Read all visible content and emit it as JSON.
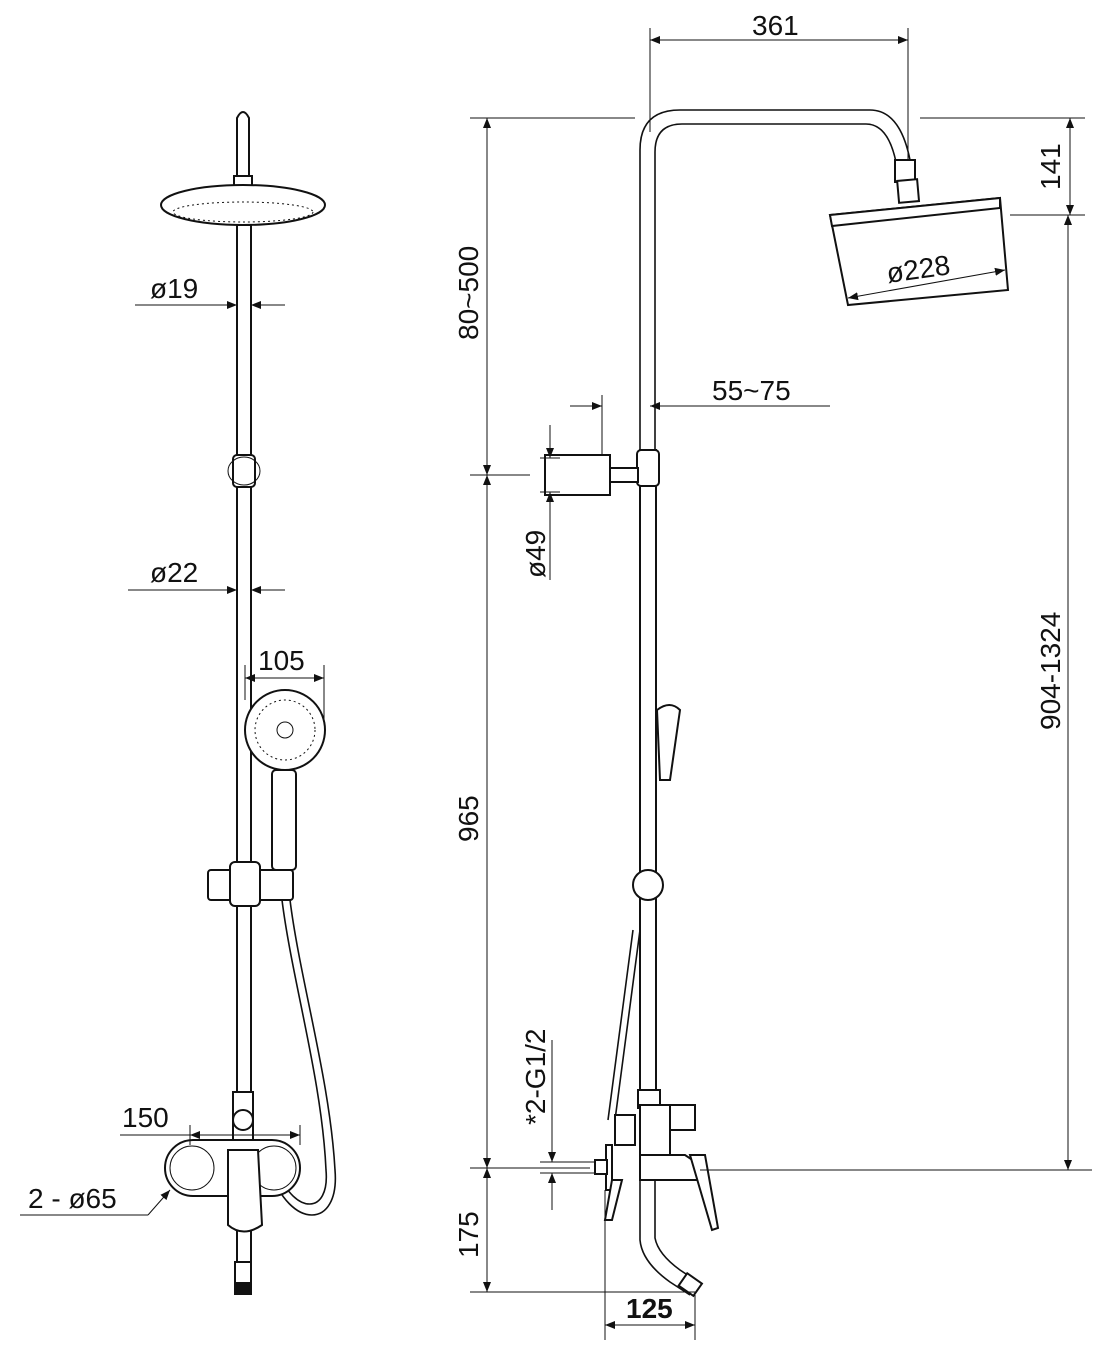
{
  "front_view": {
    "dim_top_pipe": "ø19",
    "dim_lower_pipe": "ø22",
    "dim_hand_shower": "105",
    "dim_mixer_width": "150",
    "dim_flanges": "2 - ø65"
  },
  "side_view": {
    "dim_head_reach": "361",
    "dim_head_height": "141",
    "dim_head_diameter": "ø228",
    "dim_top_adjust": "80~500",
    "dim_bracket_offset": "55~75",
    "dim_bracket_diameter": "ø49",
    "dim_rail_height": "965",
    "dim_total_range": "904-1324",
    "dim_connection": "*2-G1/2",
    "dim_spout_height": "175",
    "dim_spout_reach": "125"
  },
  "colors": {
    "line": "#111111",
    "background": "#ffffff"
  }
}
